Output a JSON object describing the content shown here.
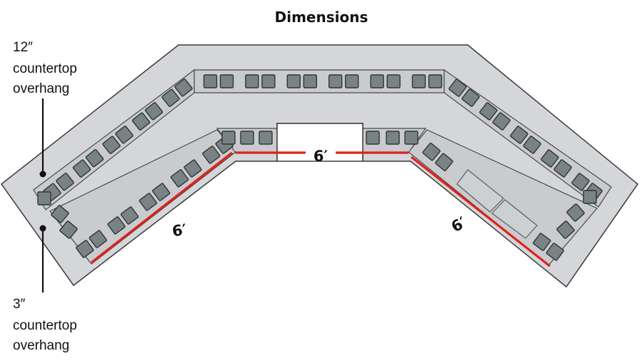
{
  "title": "Dimensions",
  "annotations": {
    "overhang_top": [
      "12″",
      "countertop",
      "overhang"
    ],
    "overhang_bottom": [
      "3″",
      "countertop",
      "overhang"
    ]
  },
  "dimensions": {
    "left": "6′",
    "center": "6′",
    "right": "6′"
  },
  "colors": {
    "countertop": "#d4d6d9",
    "tiles": "#7a8384",
    "dimension_lines": "#e0211b"
  }
}
